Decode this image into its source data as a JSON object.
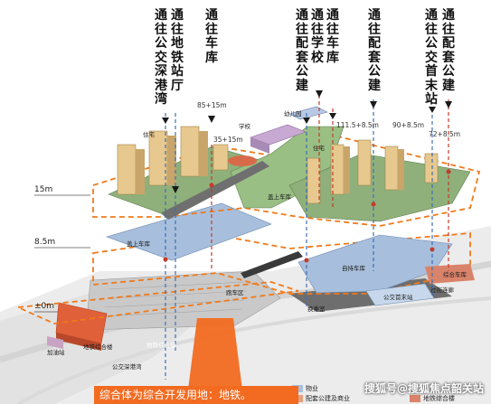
{
  "callouts": [
    {
      "text": "通往公交深港湾"
    },
    {
      "text": "通往地铁站厅"
    },
    {
      "text": "通往车库"
    },
    {
      "text": "通往配套公建"
    },
    {
      "text": "通往学校"
    },
    {
      "text": "通往车库"
    },
    {
      "text": "通往配套公建"
    },
    {
      "text": "通往公交首末站"
    },
    {
      "text": "通往配套公建"
    }
  ],
  "levels": {
    "l15": "15m",
    "l85": "8.5m",
    "l0": "±0m"
  },
  "dimensions": {
    "d1": "85+15m",
    "d2": "35+15m",
    "d3": "111.5+8.5m",
    "d4": "90+8.5m",
    "d5": "72+8.5m"
  },
  "buildings": {
    "residential_left": "住宅",
    "school": "学校",
    "kindergarten": "幼儿园",
    "residential_right": "住宅"
  },
  "lots": {
    "deck_garage": "盖上车库",
    "garage_left": "盖上车库",
    "garage_right": "自持车库",
    "depot": "跑车区",
    "bus_terminal": "公交首末站",
    "metro_complex": "地铁综合楼",
    "shenzhen_bay": "公交深港湾",
    "transfer": "换乘室",
    "property": "综合车库",
    "bridge": "过街连廊",
    "fuel": "加油站",
    "metro_entry": "地铁综合楼"
  },
  "legend": [
    {
      "text": "物业",
      "color": "#a9c0dc"
    },
    {
      "text": "配套公建及商业",
      "color": "#e6a07a"
    },
    {
      "text": "地铁综合楼",
      "color": "#d9836a"
    }
  ],
  "bottom_banner": "综合体为综合开发用地：地铁。",
  "watermark": "搜狐号@搜狐焦点韶关站"
}
